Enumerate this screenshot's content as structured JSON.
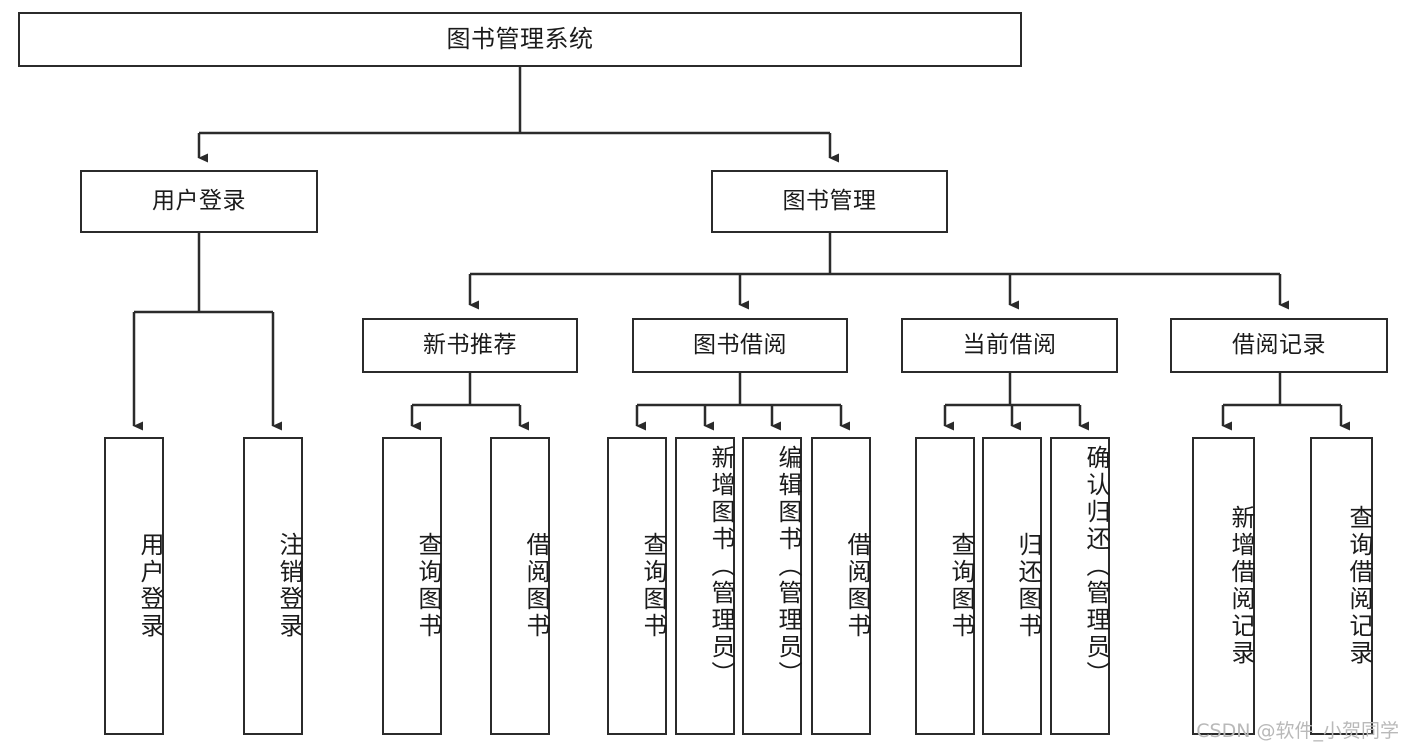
{
  "diagram": {
    "title": "图书管理系统",
    "type": "tree-hierarchy-chart",
    "watermark": "CSDN @软件_小贺同学",
    "stroke_color": "#2b2b2b",
    "fill_color": "#ffffff",
    "text_color": "#1b1b1b"
  },
  "nodes": {
    "root": {
      "label": "图书管理系统"
    },
    "level2": [
      {
        "label": "用户登录"
      },
      {
        "label": "图书管理"
      }
    ],
    "level3": [
      {
        "label": "新书推荐"
      },
      {
        "label": "图书借阅"
      },
      {
        "label": "当前借阅"
      },
      {
        "label": "借阅记录"
      }
    ],
    "leaves": {
      "user_login": [
        {
          "label": "用户登录"
        },
        {
          "label": "注销登录"
        }
      ],
      "new_book_recommend": [
        {
          "label": "查询图书"
        },
        {
          "label": "借阅图书"
        }
      ],
      "book_borrow": [
        {
          "label": "查询图书"
        },
        {
          "label": "新增图书（管理员）"
        },
        {
          "label": "编辑图书（管理员）"
        },
        {
          "label": "借阅图书"
        }
      ],
      "current_borrow": [
        {
          "label": "查询图书"
        },
        {
          "label": "归还图书"
        },
        {
          "label": "确认归还（管理员）"
        }
      ],
      "borrow_record": [
        {
          "label": "新增借阅记录"
        },
        {
          "label": "查询借阅记录"
        }
      ]
    }
  },
  "chart_data": {
    "type": "tree",
    "title": "图书管理系统",
    "root": "图书管理系统",
    "edges": [
      [
        "图书管理系统",
        "用户登录"
      ],
      [
        "图书管理系统",
        "图书管理"
      ],
      [
        "用户登录",
        "用户登录"
      ],
      [
        "用户登录",
        "注销登录"
      ],
      [
        "图书管理",
        "新书推荐"
      ],
      [
        "图书管理",
        "图书借阅"
      ],
      [
        "图书管理",
        "当前借阅"
      ],
      [
        "图书管理",
        "借阅记录"
      ],
      [
        "新书推荐",
        "查询图书"
      ],
      [
        "新书推荐",
        "借阅图书"
      ],
      [
        "图书借阅",
        "查询图书"
      ],
      [
        "图书借阅",
        "新增图书（管理员）"
      ],
      [
        "图书借阅",
        "编辑图书（管理员）"
      ],
      [
        "图书借阅",
        "借阅图书"
      ],
      [
        "当前借阅",
        "查询图书"
      ],
      [
        "当前借阅",
        "归还图书"
      ],
      [
        "当前借阅",
        "确认归还（管理员）"
      ],
      [
        "借阅记录",
        "新增借阅记录"
      ],
      [
        "借阅记录",
        "查询借阅记录"
      ]
    ],
    "depth": 4,
    "leaf_count": 13
  }
}
